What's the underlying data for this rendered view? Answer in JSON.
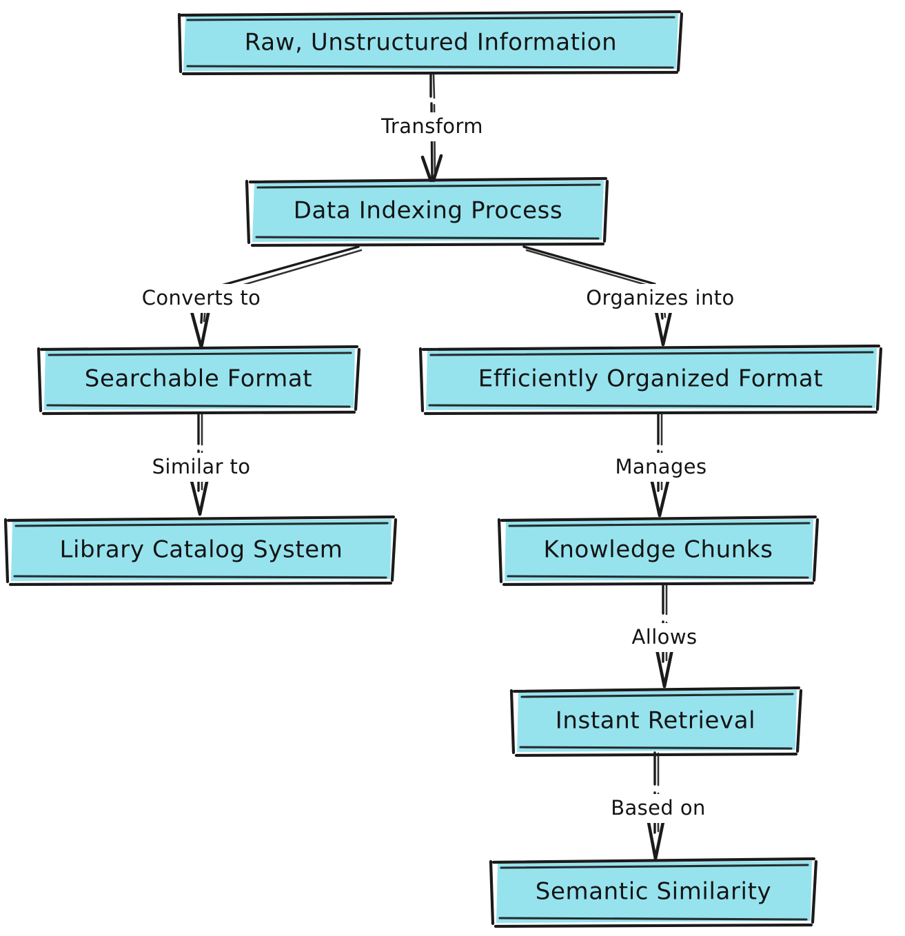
{
  "diagram": {
    "title": "Data Indexing Process Flowchart",
    "style": "hand-drawn",
    "background_color": "#ffffff",
    "node_fill_color": "#96e3ee",
    "stroke_color": "#1b1b1b",
    "text_color": "#141414",
    "nodes": [
      {
        "id": "raw",
        "label": "Raw, Unstructured Information"
      },
      {
        "id": "indexing",
        "label": "Data Indexing Process"
      },
      {
        "id": "searchable",
        "label": "Searchable Format"
      },
      {
        "id": "efficient",
        "label": "Efficiently Organized Format"
      },
      {
        "id": "library",
        "label": "Library Catalog System"
      },
      {
        "id": "chunks",
        "label": "Knowledge Chunks"
      },
      {
        "id": "instant",
        "label": "Instant Retrieval"
      },
      {
        "id": "semantic",
        "label": "Semantic Similarity"
      }
    ],
    "edges": [
      {
        "from": "raw",
        "to": "indexing",
        "label": "Transform"
      },
      {
        "from": "indexing",
        "to": "searchable",
        "label": "Converts to"
      },
      {
        "from": "indexing",
        "to": "efficient",
        "label": "Organizes into"
      },
      {
        "from": "searchable",
        "to": "library",
        "label": "Similar to"
      },
      {
        "from": "efficient",
        "to": "chunks",
        "label": "Manages"
      },
      {
        "from": "chunks",
        "to": "instant",
        "label": "Allows"
      },
      {
        "from": "instant",
        "to": "semantic",
        "label": "Based on"
      }
    ]
  }
}
